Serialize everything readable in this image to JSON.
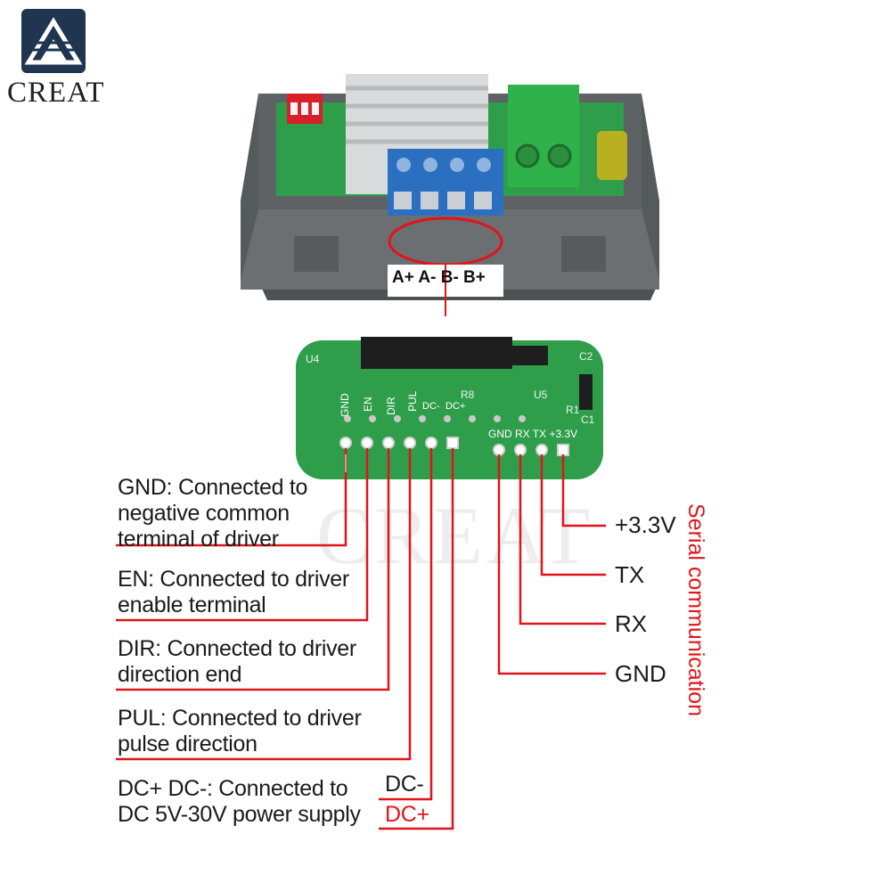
{
  "brand": {
    "logo_text": "CREAT",
    "watermark": "CREAT"
  },
  "terminal_block": {
    "label": "A+ A- B- B+"
  },
  "board": {
    "pin_labels": [
      "GND",
      "EN",
      "DIR",
      "PUL",
      "DC-",
      "DC+"
    ],
    "serial_header": "GND RX TX +3.3V",
    "silkscreen": [
      "U4",
      "R8",
      "U5",
      "C2",
      "R1",
      "C1"
    ]
  },
  "left_labels": [
    {
      "lines": [
        "GND: Connected to",
        "negative common",
        "terminal of driver"
      ]
    },
    {
      "lines": [
        "EN: Connected to driver",
        "enable terminal"
      ]
    },
    {
      "lines": [
        "DIR: Connected to driver",
        "direction end"
      ]
    },
    {
      "lines": [
        "PUL: Connected to driver",
        "pulse direction"
      ]
    },
    {
      "lines": [
        "DC+ DC-: Connected to",
        "DC 5V-30V power supply"
      ]
    }
  ],
  "dc_labels": {
    "minus": "DC-",
    "plus": "DC+"
  },
  "serial_pins": [
    "+3.3V",
    "TX",
    "RX",
    "GND"
  ],
  "serial_title": "Serial communication",
  "colors": {
    "accent_red": "#e0141a",
    "pcb_green": "#2f9e4a",
    "enclosure_gray": "#6b6f72",
    "terminal_blue": "#2a6fc0"
  }
}
